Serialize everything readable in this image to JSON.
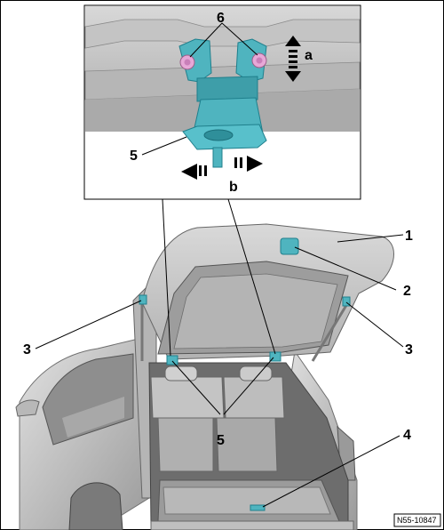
{
  "callouts": {
    "c1": "1",
    "c2": "2",
    "c3_left": "3",
    "c3_right": "3",
    "c4": "4",
    "c5_detail": "5",
    "c5_main": "5",
    "c6": "6",
    "ca": "a",
    "cb": "b"
  },
  "reference_code": "N55-10847",
  "colors": {
    "part_teal": "#4fb4bf",
    "part_teal_dark": "#1f7f8c",
    "bolt_pink": "#e7a8d7",
    "body_grey": "#c9c9c9",
    "panel_grey": "#bdbdbd"
  }
}
